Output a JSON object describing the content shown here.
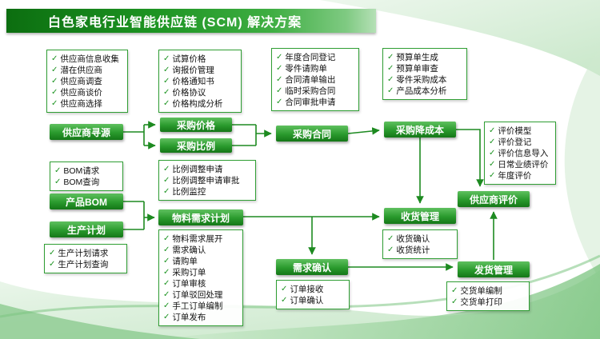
{
  "title": "白色家电行业智能供应链 (SCM) 解决方案",
  "nodes": {
    "sourcing": "供应商寻源",
    "price": "采购价格",
    "ratio": "采购比例",
    "contract": "采购合同",
    "cost_down": "采购降成本",
    "supplier_eval": "供应商评价",
    "product_bom": "产品BOM",
    "production_plan": "生产计划",
    "mrp": "物料需求计划",
    "receiving": "收货管理",
    "demand_confirm": "需求确认",
    "shipping": "发货管理"
  },
  "lists": {
    "sourcing_tasks": [
      "供应商信息收集",
      "潜在供应商",
      "供应商调查",
      "供应商谈价",
      "供应商选择"
    ],
    "price_tasks": [
      "试算价格",
      "询报价管理",
      "价格通知书",
      "价格协议",
      "价格构成分析"
    ],
    "contract_tasks": [
      "年度合同登记",
      "零件请购单",
      "合同清单输出",
      "临时采购合同",
      "合同审批申请"
    ],
    "budget_tasks": [
      "预算单生成",
      "预算单审查",
      "零件采购成本",
      "产品成本分析"
    ],
    "eval_tasks": [
      "评价模型",
      "评价登记",
      "评价信息导入",
      "日常业绩评价",
      "年度评价"
    ],
    "bom_tasks": [
      "BOM请求",
      "BOM查询"
    ],
    "ratio_tasks": [
      "比例调整申请",
      "比例调整申请审批",
      "比例监控"
    ],
    "plan_tasks": [
      "生产计划请求",
      "生产计划查询"
    ],
    "mrp_tasks": [
      "物料需求展开",
      "需求确认",
      "请购单",
      "采购订单",
      "订单审核",
      "订单驳回处理",
      "手工订单编制",
      "订单发布"
    ],
    "receiving_tasks": [
      "收货确认",
      "收货统计"
    ],
    "order_tasks": [
      "订单接收",
      "订单确认"
    ],
    "delivery_tasks": [
      "交货单编制",
      "交货单打印"
    ]
  },
  "colors": {
    "banner_green": "#1d9422",
    "node_green": "#2a9a2d",
    "border_green": "#2f9e33",
    "check_green": "#1d9422",
    "connector_green": "#1d8a20"
  }
}
